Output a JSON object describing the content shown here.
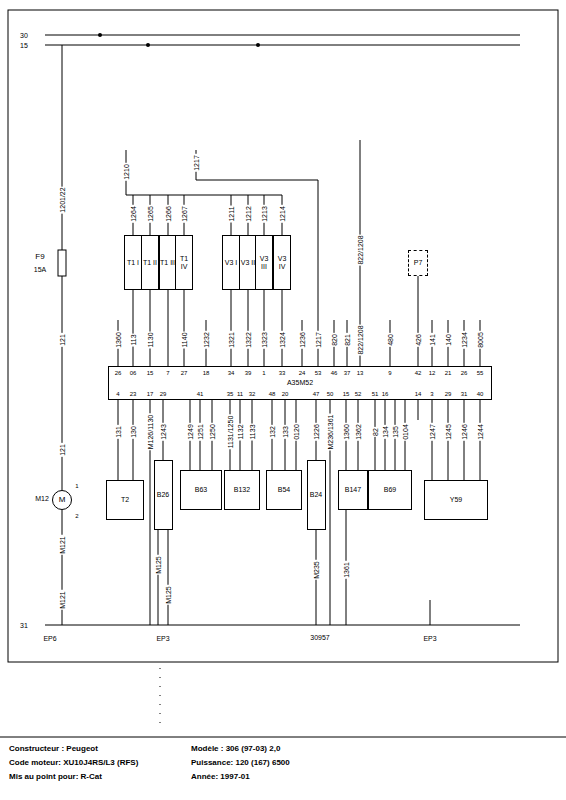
{
  "diagram": {
    "nodes": [
      {
        "text": [
          "T1 I"
        ]
      },
      {
        "text": [
          "T1 II"
        ]
      },
      {
        "text": [
          "T1 III"
        ]
      },
      {
        "text": [
          "T1 IV"
        ]
      },
      {
        "text": [
          "V3 I"
        ]
      },
      {
        "text": [
          "V3 II"
        ]
      },
      {
        "text": [
          "V3 III"
        ]
      },
      {
        "text": [
          "V3 IV"
        ]
      },
      {
        "text": [
          "P7"
        ]
      },
      {
        "text": [
          "A35M52"
        ]
      },
      {
        "text": [
          "T2"
        ]
      },
      {
        "text": [
          "B26"
        ]
      },
      {
        "text": [
          "B63"
        ]
      },
      {
        "text": [
          "B132"
        ]
      },
      {
        "text": [
          "B54"
        ]
      },
      {
        "text": [
          "B24"
        ]
      },
      {
        "text": [
          "B147"
        ]
      },
      {
        "text": [
          "B69"
        ]
      },
      {
        "text": [
          "Y59"
        ]
      },
      {
        "text": [
          "M"
        ]
      }
    ],
    "edges": [
      {
        "from": 0,
        "to": 9,
        "arrow": "none"
      },
      {
        "from": 1,
        "to": 9,
        "arrow": "none"
      },
      {
        "from": 2,
        "to": 9,
        "arrow": "none"
      },
      {
        "from": 3,
        "to": 9,
        "arrow": "none"
      },
      {
        "from": 4,
        "to": 9,
        "arrow": "none"
      },
      {
        "from": 5,
        "to": 9,
        "arrow": "none"
      },
      {
        "from": 6,
        "to": 9,
        "arrow": "none"
      },
      {
        "from": 7,
        "to": 9,
        "arrow": "none"
      },
      {
        "from": 8,
        "to": 9,
        "arrow": "none"
      },
      {
        "from": 9,
        "to": 10,
        "arrow": "none"
      },
      {
        "from": 9,
        "to": 11,
        "arrow": "none"
      },
      {
        "from": 9,
        "to": 12,
        "arrow": "none"
      },
      {
        "from": 9,
        "to": 13,
        "arrow": "none"
      },
      {
        "from": 9,
        "to": 14,
        "arrow": "none"
      },
      {
        "from": 9,
        "to": 15,
        "arrow": "none"
      },
      {
        "from": 9,
        "to": 16,
        "arrow": "none"
      },
      {
        "from": 9,
        "to": 17,
        "arrow": "none"
      },
      {
        "from": 9,
        "to": 18,
        "arrow": "none"
      }
    ],
    "labels": [
      "30",
      "15",
      "1201/22",
      "F9",
      "15A",
      "121",
      "121",
      "M12",
      "1",
      "2",
      "M121",
      "M121",
      "1210",
      "1217",
      "822/1208",
      "1264",
      "1265",
      "1266",
      "1267",
      "1211",
      "1212",
      "1213",
      "1214",
      "1360",
      "113",
      "1130",
      "1140",
      "1232",
      "1321",
      "1322",
      "1323",
      "1324",
      "1236",
      "1217",
      "820",
      "821",
      "822/1208",
      "480",
      "426",
      "141",
      "140",
      "1234",
      "8005",
      "26",
      "06",
      "15",
      "7",
      "27",
      "18",
      "34",
      "39",
      "1",
      "33",
      "24",
      "53",
      "46",
      "37",
      "13",
      "9",
      "42",
      "12",
      "21",
      "26",
      "55",
      "4",
      "23",
      "17",
      "29",
      "41",
      "35",
      "11",
      "32",
      "48",
      "20",
      "47",
      "50",
      "15",
      "52",
      "51",
      "16",
      "14",
      "3",
      "29",
      "31",
      "40",
      "131",
      "130",
      "M126/1130",
      "1243",
      "1249",
      "1251",
      "1250",
      "1131/1250",
      "1132",
      "1133",
      "132",
      "133",
      "0120",
      "1226",
      "M236/1361",
      "1360",
      "1362",
      "82",
      "134",
      "135",
      "0104",
      "1247",
      "1245",
      "1246",
      "1244",
      "M125",
      "M125",
      "M235",
      "1361",
      "31",
      "EP6",
      "EP3",
      "30957",
      "EP3",
      "Constructeur : Peugeot",
      "Code moteur: XU10J4RS/L3 (RFS)",
      "Mis au point pour: R-Cat",
      "Modèle : 306 (97-03) 2,0",
      "Puissance: 120 (167) 6500",
      "Année: 1997-01"
    ]
  }
}
